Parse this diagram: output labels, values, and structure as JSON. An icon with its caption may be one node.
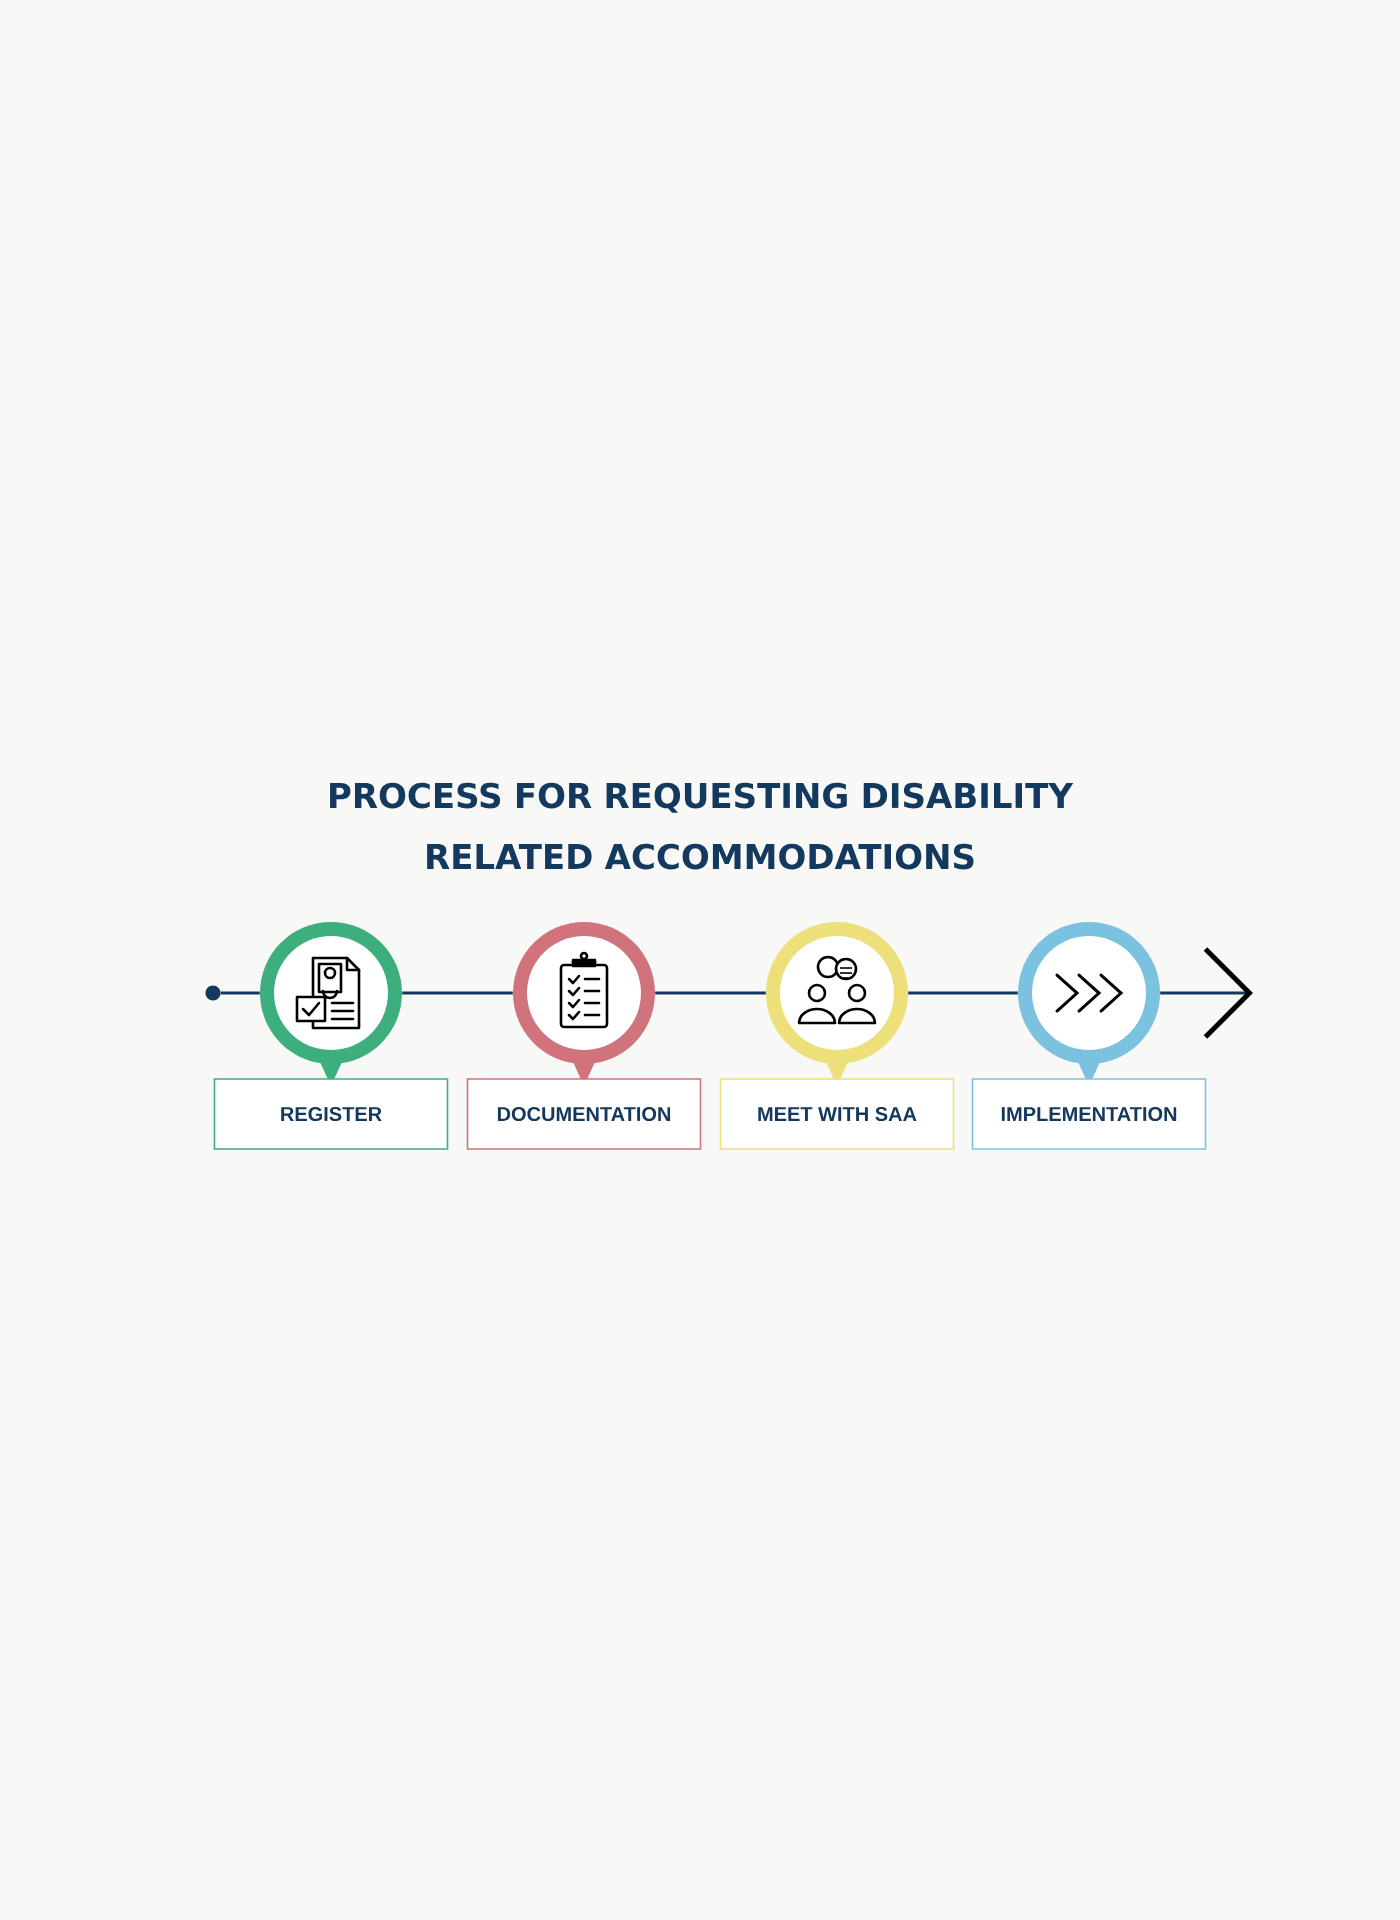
{
  "diagram": {
    "title": "PROCESS FOR REQUESTING DISABILITY RELATED ACCOMMODATIONS",
    "nodes": [
      {
        "text": [],
        "shape": "circle"
      },
      {
        "text": [],
        "shape": "circle"
      },
      {
        "text": [
          "REGISTER"
        ]
      },
      {
        "text": [],
        "shape": "circle"
      },
      {
        "text": [
          "DOCUMENTATION"
        ]
      },
      {
        "text": [],
        "shape": "circle"
      },
      {
        "text": [
          "MEET WITH SAA"
        ]
      },
      {
        "text": [],
        "shape": "circle"
      },
      {
        "text": [
          "IMPLEMENTATION"
        ]
      }
    ],
    "edges": [
      {
        "from": 0,
        "to": 1,
        "arrow": "none"
      },
      {
        "from": 1,
        "to": 3,
        "arrow": "none"
      },
      {
        "from": 3,
        "to": 5,
        "arrow": "none"
      },
      {
        "from": 5,
        "to": 7,
        "arrow": "none"
      },
      {
        "from": 7,
        "to": null,
        "arrow": "to",
        "color": "#000000"
      }
    ]
  }
}
